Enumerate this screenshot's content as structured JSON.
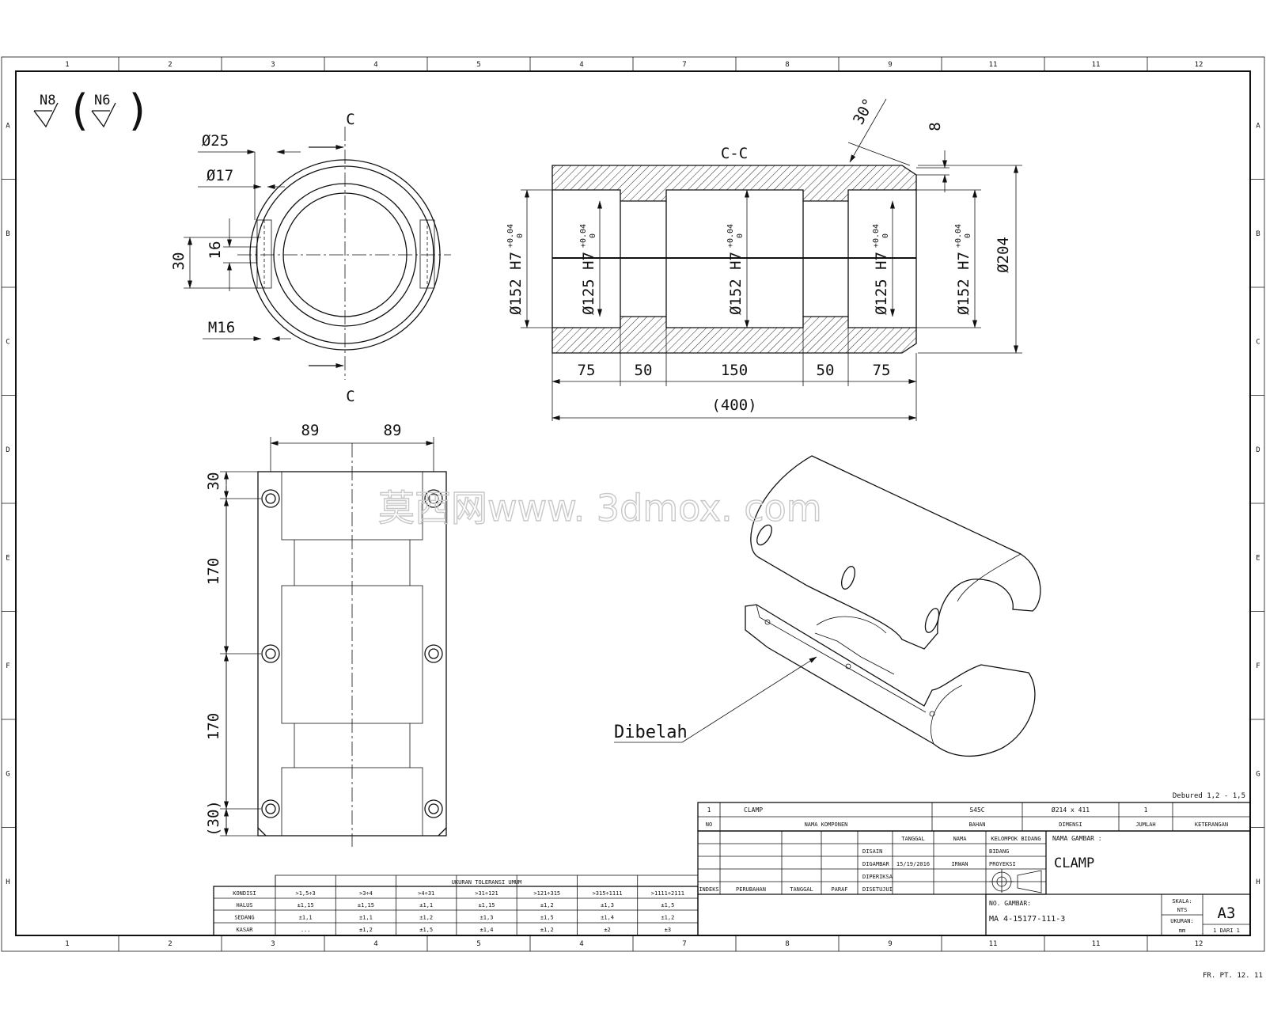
{
  "sheet": {
    "zones_top": [
      "1",
      "2",
      "3",
      "4",
      "5",
      "4",
      "7",
      "8",
      "9",
      "11",
      "11",
      "12"
    ],
    "zones_bottom": [
      "1",
      "2",
      "3",
      "4",
      "5",
      "4",
      "7",
      "8",
      "9",
      "11",
      "11",
      "12"
    ],
    "zones_side": [
      "A",
      "B",
      "C",
      "D",
      "E",
      "F",
      "G",
      "H"
    ],
    "revision_code": "FR. PT. 12. 11"
  },
  "surface_finish": {
    "main": "N8",
    "other": "N6"
  },
  "front_view": {
    "section_letter": "C",
    "dims": {
      "d25": "Ø25",
      "d17": "Ø17",
      "v16": "16",
      "v30": "30",
      "m16": "M16"
    }
  },
  "section_view": {
    "title": "C-C",
    "angle": "30°",
    "chamfer": "8",
    "bores": [
      "Ø152 H7(+0.04/0)",
      "Ø125 H7(+0.04/0)",
      "Ø152 H7(+0.04/0)",
      "Ø125 H7(+0.04/0)",
      "Ø152 H7(+0.04/0)"
    ],
    "bore_labels": [
      "Ø152 H7",
      "Ø125 H7",
      "Ø152 H7",
      "Ø125 H7",
      "Ø152 H7"
    ],
    "tol_upper": "+0.04",
    "tol_lower": "0",
    "outer_dia": "Ø204",
    "lengths": [
      "75",
      "50",
      "150",
      "50",
      "75"
    ],
    "overall": "(400)"
  },
  "top_view": {
    "widths": [
      "89",
      "89"
    ],
    "heights": [
      "30",
      "170",
      "170",
      "(30)"
    ]
  },
  "iso_view": {
    "callout": "Dibelah"
  },
  "watermark": "莫西网www. 3dmox. com",
  "deburred_note": "Debured 1,2 - 1,5",
  "bom": {
    "row": {
      "no": "1",
      "name": "CLAMP",
      "material": "S45C",
      "dimension": "Ø214 x 411",
      "qty": "1",
      "note": ""
    },
    "headers": {
      "no": "NO",
      "name": "NAMA KOMPONEN",
      "material": "BAHAN",
      "dimension": "DIMENSI",
      "qty": "JUMLAH",
      "note": "KETERANGAN"
    }
  },
  "title_block": {
    "rev_headers": [
      "INDEKS",
      "PERUBAHAN",
      "TANGGAL",
      "PARAF"
    ],
    "sign_col_headers": [
      "TANGGAL",
      "NAMA"
    ],
    "dept_header": "KELOMPOK BIDANG",
    "sign_rows": [
      "DISAIN",
      "DIGAMBAR",
      "DIPERIKSA",
      "DISETUJUI"
    ],
    "drawn_date": "15/19/2016",
    "drawn_name": "IRWAN",
    "dept_rows": [
      "BIDANG",
      "PROYEKSI"
    ],
    "drawing_name_label": "NAMA GAMBAR :",
    "drawing_name": "CLAMP",
    "drawing_no_label": "NO. GAMBAR:",
    "drawing_no": "MA 4-15177-111-3",
    "scale_label": "SKALA:",
    "scale": "NTS",
    "size_label": "UKURAN:",
    "unit": "mm",
    "paper": "A3",
    "sheet_of": "1 DARI 1"
  },
  "tolerance_table": {
    "title": "UKURAN TOLERANSI UMUM",
    "header": "KONDISI",
    "ranges": [
      ">1,5÷3",
      ">3÷4",
      ">4÷31",
      ">31÷121",
      ">121÷315",
      ">315÷1111",
      ">1111÷2111"
    ],
    "rows": [
      {
        "label": "HALUS",
        "values": [
          "±1,15",
          "±1,15",
          "±1,1",
          "±1,15",
          "±1,2",
          "±1,3",
          "±1,5"
        ]
      },
      {
        "label": "SEDANG",
        "values": [
          "±1,1",
          "±1,1",
          "±1,2",
          "±1,3",
          "±1,5",
          "±1,4",
          "±1,2"
        ]
      },
      {
        "label": "KASAR",
        "values": [
          "...",
          "±1,2",
          "±1,5",
          "±1,4",
          "±1,2",
          "±2",
          "±3"
        ]
      }
    ]
  }
}
